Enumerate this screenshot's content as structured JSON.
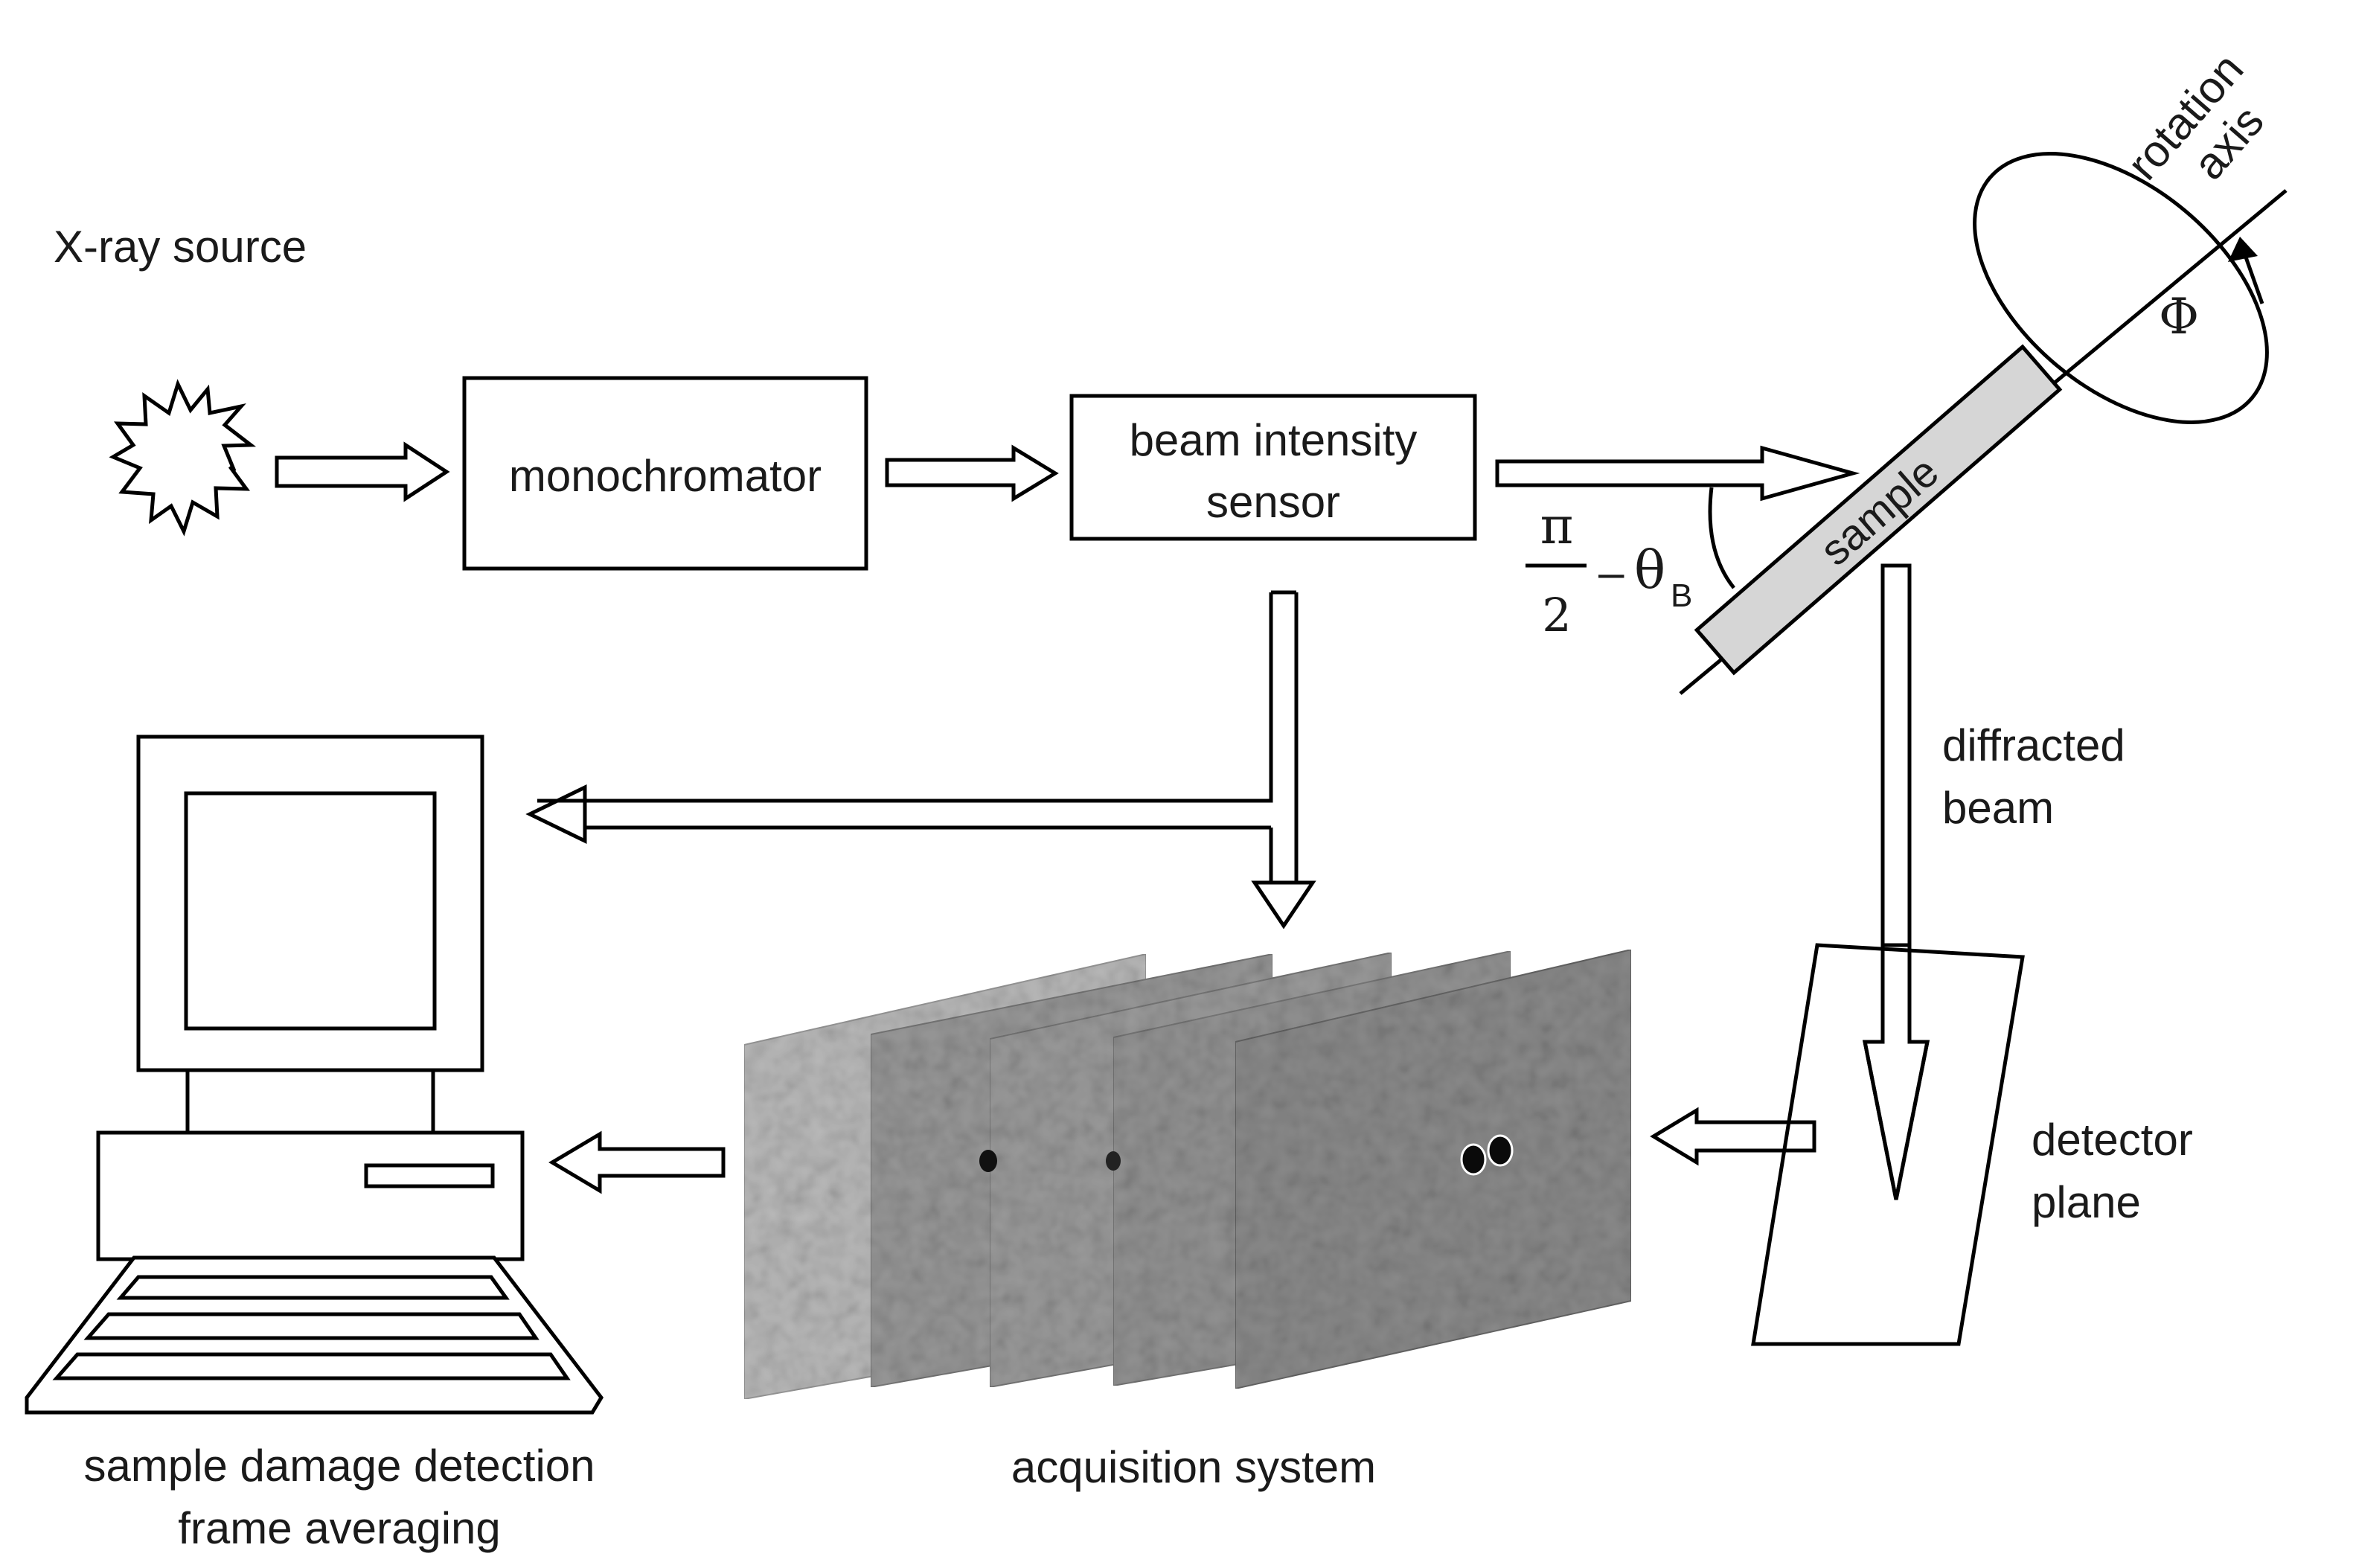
{
  "labels": {
    "xray_source": "X-ray source",
    "monochromator": "monochromator",
    "beam_sensor_line1": "beam intensity",
    "beam_sensor_line2": "sensor",
    "rotation_axis_line1": "rotation",
    "rotation_axis_line2": "axis",
    "phi": "Φ",
    "sample": "sample",
    "angle_numerator": "π",
    "angle_denominator": "2",
    "angle_minus": "–",
    "angle_theta": "θ",
    "angle_subscript": "B",
    "diffracted_beam_line1": "diffracted",
    "diffracted_beam_line2": "beam",
    "detector_plane_line1": "detector",
    "detector_plane_line2": "plane",
    "acquisition_system": "acquisition system",
    "computer_caption_line1": "sample damage detection",
    "computer_caption_line2": "frame averaging"
  },
  "colors": {
    "line": "#000000",
    "sample_fill": "#d6d6d6",
    "frame_light": "#b9b9b9",
    "frame_dark": "#8a8a8a"
  },
  "icons": {
    "source": "starburst-icon",
    "computer": "desktop-computer-icon"
  }
}
